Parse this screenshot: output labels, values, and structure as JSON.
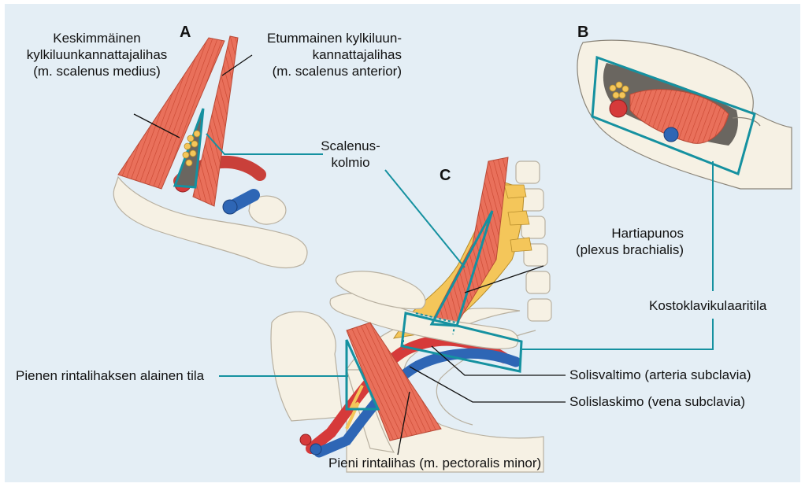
{
  "panels": {
    "a": "A",
    "b": "B",
    "c": "C"
  },
  "labels": {
    "scalenus_medius": [
      "Keskimmäinen",
      "kylkiluunkannattajalihas",
      "(m. scalenus medius)"
    ],
    "scalenus_anterior": [
      "Etummainen kylkiluun-",
      "kannattajalihas",
      "(m. scalenus anterior)"
    ],
    "scalenus_triangle": [
      "Scalenus-",
      "kolmio"
    ],
    "brachial_plexus": [
      "Hartiapunos",
      "(plexus brachialis)"
    ],
    "costoclavicular_space": "Kostoklavikulaaritila",
    "subclavian_artery": "Solisvaltimo (arteria subclavia)",
    "subclavian_vein": "Solislaskimo (vena subclavia)",
    "subpectoral_space": "Pienen rintalihaksen alainen tila",
    "pectoralis_minor": "Pieni rintalihas (m. pectoralis minor)"
  },
  "colors": {
    "background": "#e4eef5",
    "bone": "#f6f1e4",
    "muscle": "#e46a56",
    "muscle_light": "#f29a86",
    "nerve": "#f4c65a",
    "artery": "#d63a3a",
    "vein": "#2e66b5",
    "outline_teal": "#1591a0",
    "leader": "#111111"
  }
}
